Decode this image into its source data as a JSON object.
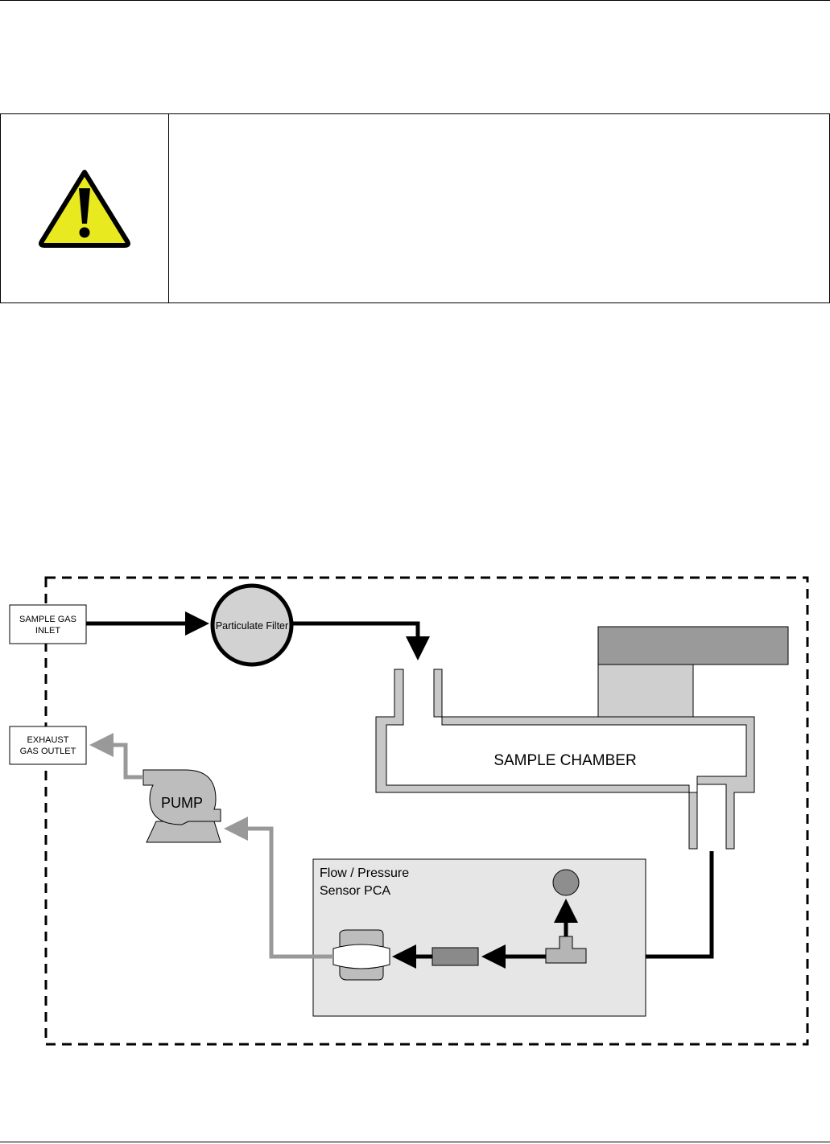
{
  "warning": {
    "icon": "warning-triangle-icon"
  },
  "diagram": {
    "sample_gas_inlet": "SAMPLE GAS INLET",
    "sample_gas_inlet_lines": [
      "SAMPLE GAS",
      "INLET"
    ],
    "exhaust_gas_outlet": "EXHAUST GAS OUTLET",
    "exhaust_gas_outlet_lines": [
      "EXHAUST",
      "GAS OUTLET"
    ],
    "particulate_filter": "Particulate Filter",
    "sample_chamber": "SAMPLE CHAMBER",
    "pump": "PUMP",
    "flow_sensor_pca": "Flow / Pressure Sensor PCA",
    "flow_sensor_pca_lines": [
      "Flow / Pressure",
      "Sensor PCA"
    ]
  },
  "colors": {
    "warning_yellow": "#e8ea1f",
    "gas_flow": "#000000",
    "exhaust_flow": "#999999",
    "panel": "#e6e6e6"
  }
}
